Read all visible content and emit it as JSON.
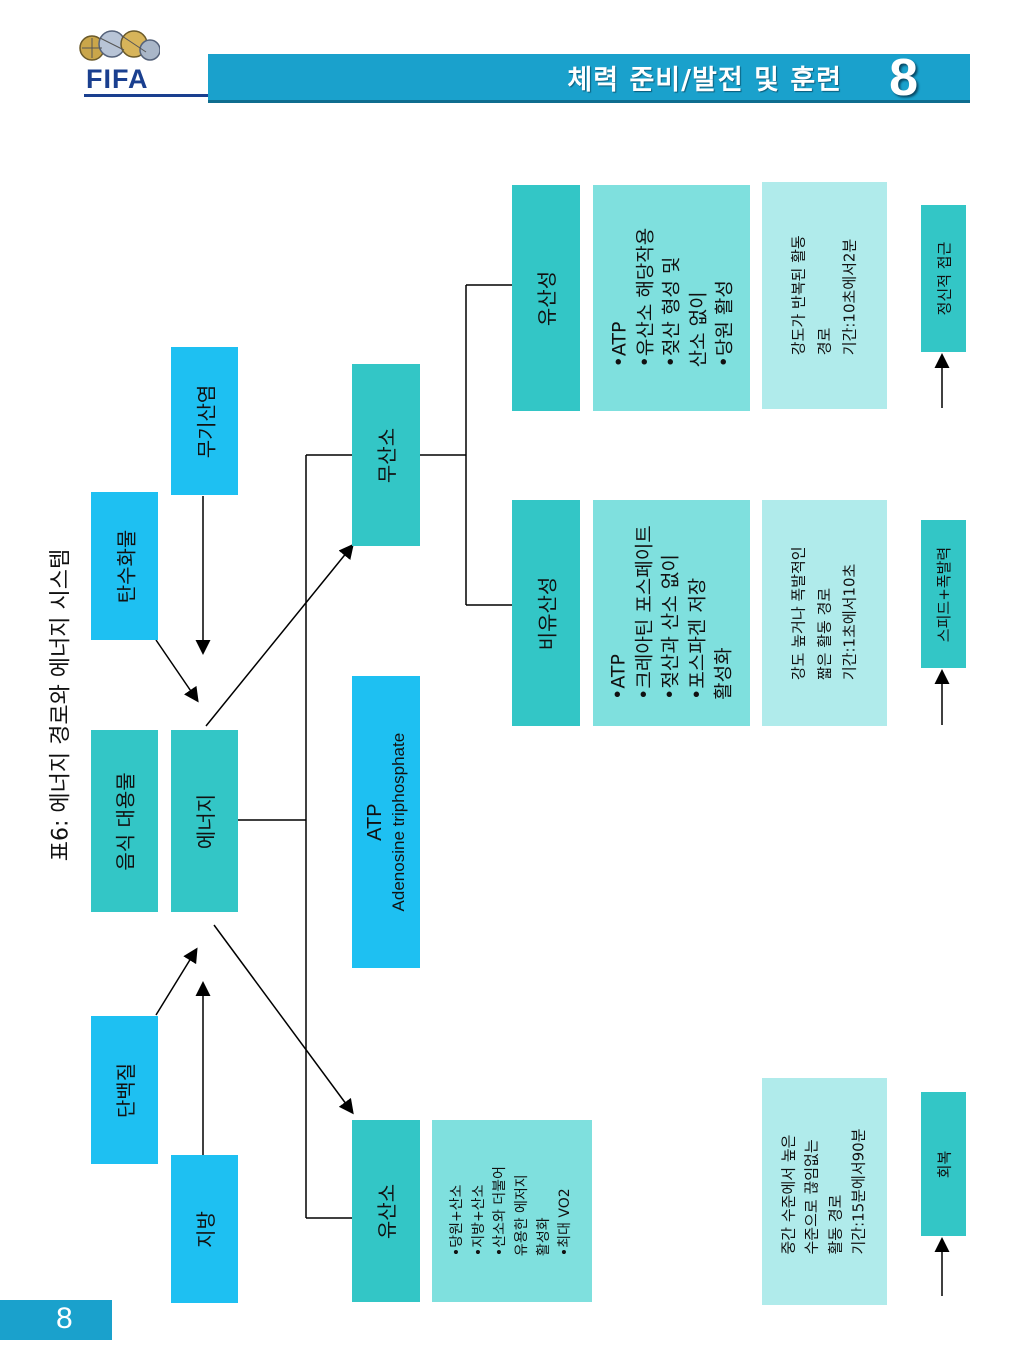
{
  "header": {
    "logo_text": "FIFA",
    "title": "체력 준비/발전 및 훈련",
    "chapter_number": "8"
  },
  "page_number": "8",
  "diagram": {
    "caption": "표6: 에너지 경로와 에너지 시스템",
    "sources": {
      "food": "음식 대용물",
      "carbohydrate": "탄수화물",
      "inorganic_salts": "무기산염",
      "protein": "단백질",
      "fat": "지방"
    },
    "energy": "에너지",
    "atp": {
      "title": "ATP",
      "subtitle": "Adenosine triphosphate"
    },
    "anaerobic": "무산소",
    "aerobic": "유산소",
    "alactic": "비유산성",
    "lactic": "유산성",
    "alactic_details": [
      "•ATP",
      "•크레아틴 포스페이트",
      "•젖산과 산소 없이",
      "•포스파겐 저장",
      "활성화"
    ],
    "lactic_details": [
      "•ATP",
      "•유산소 해당작용",
      "•젖산 형성 및",
      "산소 없이",
      "•당원 활성"
    ],
    "aerobic_details": [
      "•당원+산소",
      "•지방+산소",
      "•산소와 더불어",
      "유용한 에저지",
      "활성화",
      "•최대 VO2"
    ],
    "desc_alactic": [
      "강도 높거나 폭발적인",
      "짧은 활동 경로",
      "기간:1초에서10초"
    ],
    "desc_lactic": [
      "강도가 반복된 활동",
      "경로",
      "기간:10초에서2분"
    ],
    "desc_aerobic": [
      "중간 수준에서 높은",
      "수준으로 끊임없는",
      "활동 경로",
      "기간:15분에서90분"
    ],
    "goal_alactic": "스피드+폭발력",
    "goal_lactic": "정신적 접근",
    "goal_aerobic": "회복"
  },
  "colors": {
    "blue": "#1ec0f2",
    "teal": "#33c6c6",
    "light_teal": "#7fe0de",
    "pale_teal": "#b0ebeb",
    "header_blue": "#1aa1cc"
  }
}
